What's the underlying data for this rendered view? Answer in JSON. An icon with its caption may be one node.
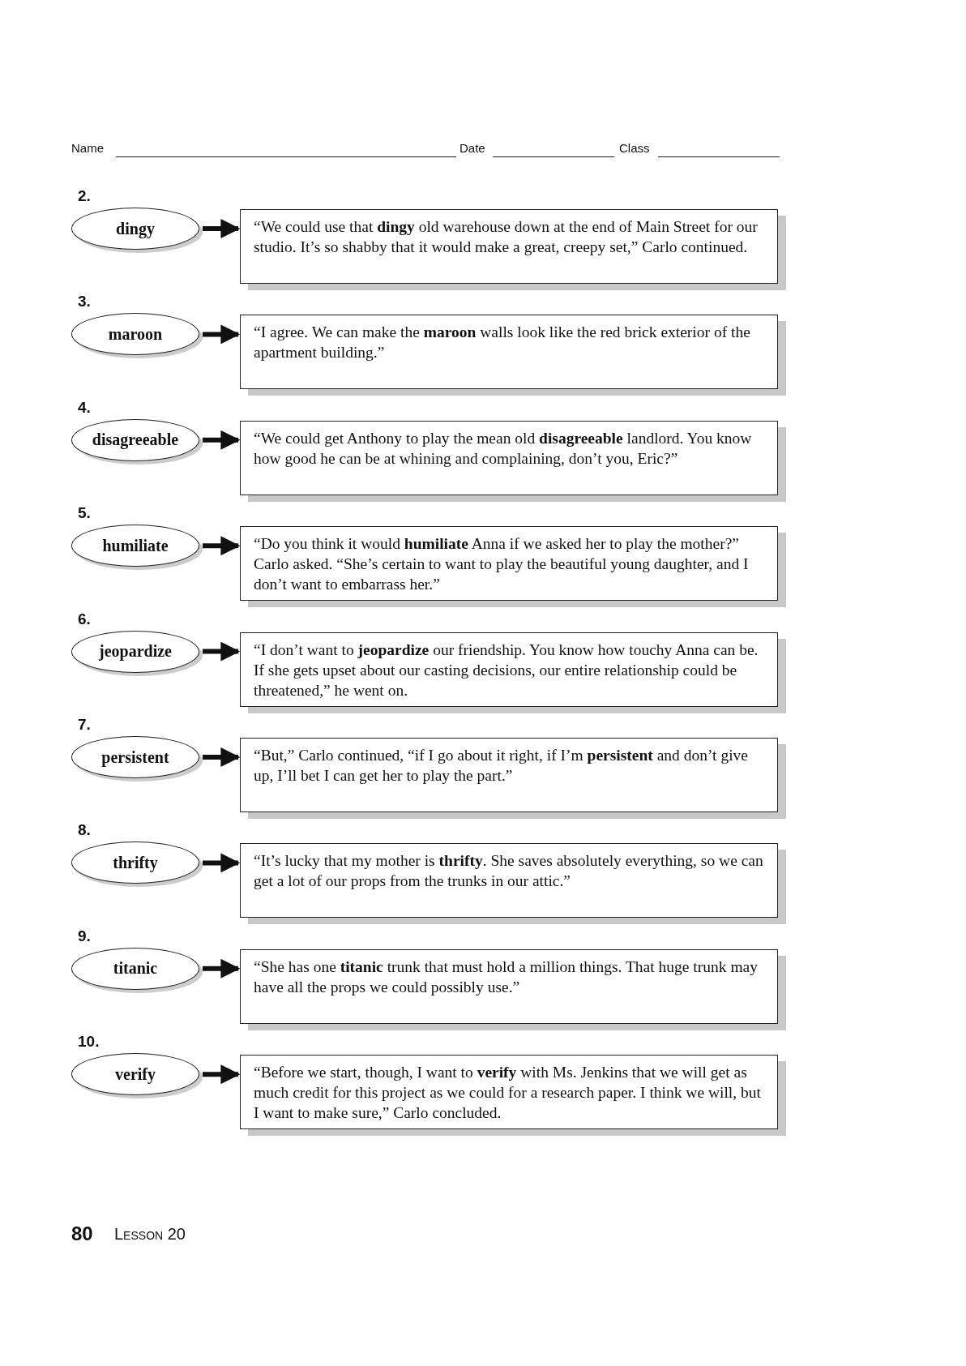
{
  "diagram": {
    "nodes": [
      {
        "text": [
          "dingy"
        ],
        "beside": [
          "2."
        ]
      },
      {
        "text": [
          "“We could use that **dingy** old warehouse down at the end of Main Street for our studio. It’s so shabby that it would make a great, creepy set,” Carlo continued."
        ]
      },
      {
        "text": [
          "maroon"
        ],
        "beside": [
          "3."
        ]
      },
      {
        "text": [
          "“I agree. We can make the **maroon** walls look like the red brick exterior of the apartment building.”"
        ]
      },
      {
        "text": [
          "disagreeable"
        ],
        "beside": [
          "4."
        ]
      },
      {
        "text": [
          "“We could get Anthony to play the mean old **disagreeable** landlord. You know how good he can be at whining and complaining, don’t you, Eric?”"
        ]
      },
      {
        "text": [
          "humiliate"
        ],
        "beside": [
          "5."
        ]
      },
      {
        "text": [
          "“Do you think it would **humiliate** Anna if we asked her to play the mother?” Carlo asked. “She’s certain to want to play the beautiful young daughter, and I don’t want to embarrass her.”"
        ]
      },
      {
        "text": [
          "jeopardize"
        ],
        "beside": [
          "6."
        ]
      },
      {
        "text": [
          "“I don’t want to **jeopardize** our friendship. You know how touchy Anna can be. If she gets upset about our casting decisions, our entire relationship could be threatened,” he went on."
        ]
      },
      {
        "text": [
          "persistent"
        ],
        "beside": [
          "7."
        ]
      },
      {
        "text": [
          "“But,” Carlo continued, “if I go about it right, if I’m **persistent** and don’t give up, I’ll bet I can get her to play the part.”"
        ]
      },
      {
        "text": [
          "thrifty"
        ],
        "beside": [
          "8."
        ]
      },
      {
        "text": [
          "“It’s lucky that my mother is **thrifty**. She saves absolutely everything, so we can get a lot of our props from the trunks in our attic.”"
        ]
      },
      {
        "text": [
          "titanic"
        ],
        "beside": [
          "9."
        ]
      },
      {
        "text": [
          "“She has one **titanic** trunk that must hold a million things. That huge trunk may have all the props we could possibly use.”"
        ]
      },
      {
        "text": [
          "verify"
        ],
        "beside": [
          "10."
        ]
      },
      {
        "text": [
          "“Before we start, though, I want to **verify** with Ms. Jenkins that we will get as much credit for this project as we could for a research paper. I think we will, but I want to make sure,” Carlo concluded."
        ]
      }
    ],
    "edges": [
      {
        "from": 0,
        "to": 1,
        "arrow": "to"
      },
      {
        "from": 2,
        "to": 3,
        "arrow": "to"
      },
      {
        "from": 4,
        "to": 5,
        "arrow": "to"
      },
      {
        "from": 6,
        "to": 7,
        "arrow": "to"
      },
      {
        "from": 8,
        "to": 9,
        "arrow": "to"
      },
      {
        "from": 10,
        "to": 11,
        "arrow": "to"
      },
      {
        "from": 12,
        "to": 13,
        "arrow": "to"
      },
      {
        "from": 14,
        "to": 15,
        "arrow": "to"
      },
      {
        "from": 16,
        "to": 17,
        "arrow": "to"
      }
    ],
    "labels": [
      "Name",
      "Date",
      "Class",
      "80",
      "Lesson 20"
    ]
  }
}
